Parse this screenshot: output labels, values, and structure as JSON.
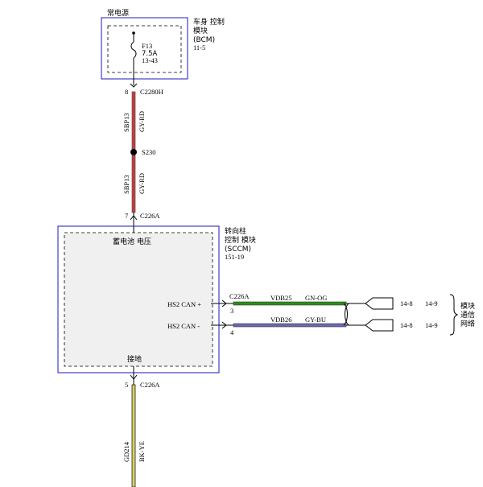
{
  "power": {
    "label": "常电源"
  },
  "bcm": {
    "name_line1": "车身 控制",
    "name_line2": "模块",
    "name_line3": "(BCM)",
    "ref": "11-5",
    "fuse": {
      "id": "F13",
      "rating": "7.5A",
      "ref": "13-43"
    }
  },
  "connector_top": {
    "pin": "8",
    "id": "C2280H"
  },
  "wire_upper_1": {
    "circuit": "SBP13",
    "color": "GY-RD"
  },
  "splice": {
    "id": "S230"
  },
  "wire_upper_2": {
    "circuit": "SBP13",
    "color": "GY-RD"
  },
  "connector_mid": {
    "pin": "7",
    "id": "C226A"
  },
  "sccm": {
    "name_line1": "转向柱",
    "name_line2": "控制 模块",
    "name_line3": "(SCCM)",
    "ref": "151-19",
    "battery_label": "蓄电池 电压",
    "ground_label": "接地"
  },
  "can_high": {
    "label": "HS2 CAN +",
    "connector": "C226A",
    "pin": "3",
    "circuit": "VDB25",
    "color": "GN-OG",
    "ref1": "14-8",
    "ref2": "14-9"
  },
  "can_low": {
    "label": "HS2 CAN -",
    "pin": "4",
    "circuit": "VDB26",
    "color": "GY-BU",
    "ref1": "14-8",
    "ref2": "14-9"
  },
  "network": {
    "line1": "模块",
    "line2": "通信",
    "line3": "网络"
  },
  "connector_bottom": {
    "pin": "5",
    "id": "C226A"
  },
  "wire_ground": {
    "circuit": "GD214",
    "color": "BK-YE"
  },
  "colors": {
    "module_border": "#3f3fc8",
    "module_fill": "#f0f0f0",
    "wire_red": "#c83a3a",
    "wire_green": "#2e8b1e",
    "wire_blue": "#6a6aa8",
    "wire_yellow": "#d8d060"
  }
}
